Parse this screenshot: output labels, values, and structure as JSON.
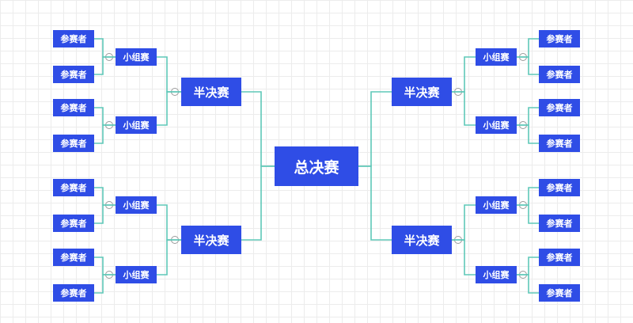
{
  "bracket": {
    "final": {
      "label": "总决赛"
    },
    "left": {
      "semis": [
        {
          "label": "半决赛",
          "groups": [
            {
              "label": "小组赛",
              "participants": [
                "参赛者",
                "参赛者"
              ]
            },
            {
              "label": "小组赛",
              "participants": [
                "参赛者",
                "参赛者"
              ]
            }
          ]
        },
        {
          "label": "半决赛",
          "groups": [
            {
              "label": "小组赛",
              "participants": [
                "参赛者",
                "参赛者"
              ]
            },
            {
              "label": "小组赛",
              "participants": [
                "参赛者",
                "参赛者"
              ]
            }
          ]
        }
      ]
    },
    "right": {
      "semis": [
        {
          "label": "半决赛",
          "groups": [
            {
              "label": "小组赛",
              "participants": [
                "参赛者",
                "参赛者"
              ]
            },
            {
              "label": "小组赛",
              "participants": [
                "参赛者",
                "参赛者"
              ]
            }
          ]
        },
        {
          "label": "半决赛",
          "groups": [
            {
              "label": "小组赛",
              "participants": [
                "参赛者",
                "参赛者"
              ]
            },
            {
              "label": "小组赛",
              "participants": [
                "参赛者",
                "参赛者"
              ]
            }
          ]
        }
      ]
    }
  },
  "colors": {
    "node": "#2f4de6",
    "connector": "#5ec8b8",
    "toggle": "#9a9a9a"
  }
}
